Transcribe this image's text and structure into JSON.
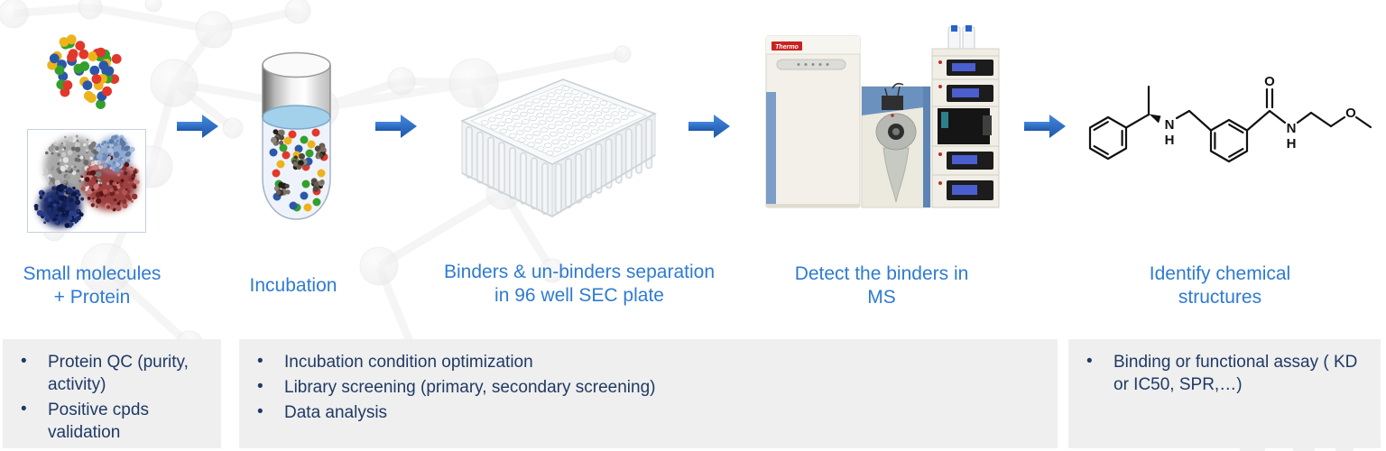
{
  "steps": [
    {
      "id": "small-molecules-protein",
      "label_lines": [
        "Small molecules",
        "+ Protein"
      ]
    },
    {
      "id": "incubation",
      "label_lines": [
        "Incubation"
      ]
    },
    {
      "id": "sec-separation",
      "label_lines": [
        "Binders & un-binders separation",
        "in 96 well SEC plate"
      ]
    },
    {
      "id": "ms-detection",
      "label_lines": [
        "Detect the binders in",
        "MS"
      ]
    },
    {
      "id": "structure-identification",
      "label_lines": [
        "Identify chemical",
        "structures"
      ]
    }
  ],
  "ms": {
    "logo": "Thermo"
  },
  "chem": {
    "n1": "N",
    "h1": "H",
    "o_carbonyl": "O",
    "n2": "N",
    "h2": "H",
    "o_ether": "O"
  },
  "note_boxes": [
    {
      "bullets": [
        "Protein QC (purity, activity)",
        "Positive cpds validation"
      ]
    },
    {
      "bullets": [
        "Incubation condition optimization",
        "Library screening (primary, secondary screening)",
        "Data analysis"
      ]
    },
    {
      "bullets": [
        "Binding or functional assay ( KD or IC50, SPR,…)"
      ]
    }
  ],
  "colors": {
    "heading_blue": "#2e7bd1",
    "body_navy": "#1f3a64",
    "note_box_bg": "#efefef",
    "arrow_blue": "#2a6ac6",
    "dot_red": "#e2372b",
    "dot_yellow": "#edb31a",
    "dot_green": "#33a02c",
    "dot_blue": "#2b57a8",
    "liquid_blue": "#a3d0ea"
  }
}
